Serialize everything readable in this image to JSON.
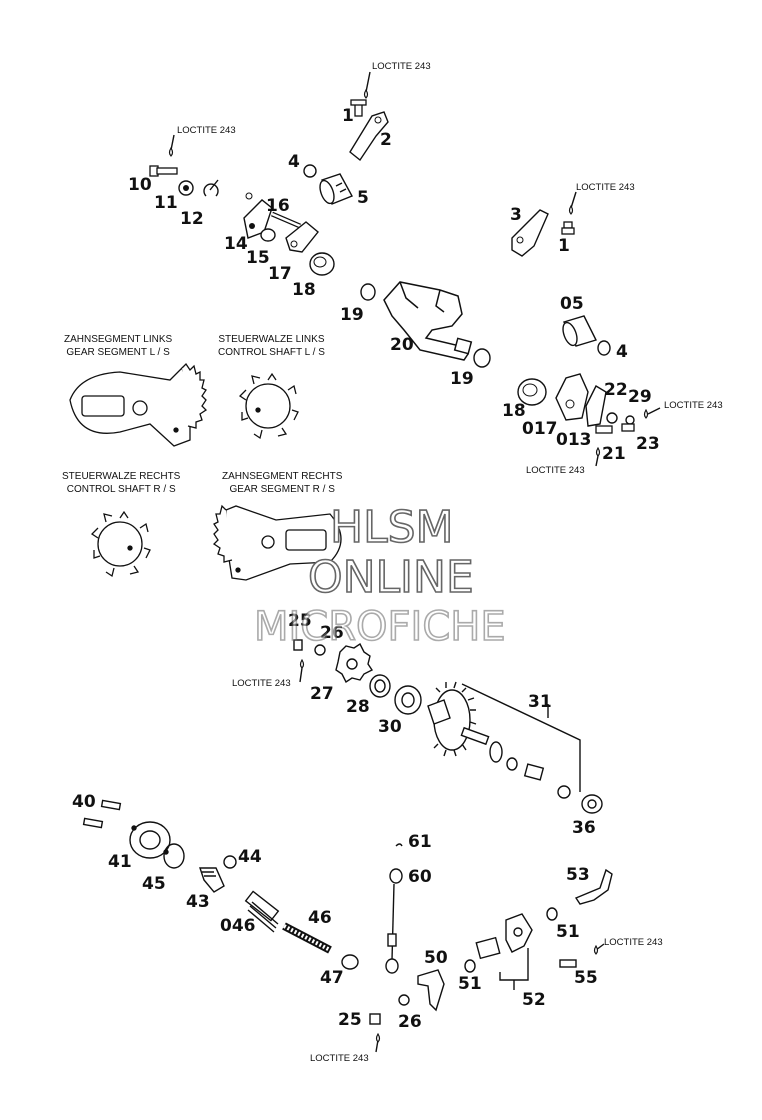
{
  "watermark": {
    "line1": "HLSM",
    "line2": "ONLINE",
    "line3": "MICROFICHE"
  },
  "annotation_text": "LOCTITE 243",
  "sections": {
    "gear_segment_left": {
      "line1": "ZAHNSEGMENT LINKS",
      "line2": "GEAR SEGMENT L / S"
    },
    "control_shaft_left": {
      "line1": "STEUERWALZE LINKS",
      "line2": "CONTROL SHAFT L / S"
    },
    "control_shaft_right": {
      "line1": "STEUERWALZE RECHTS",
      "line2": "CONTROL SHAFT R / S"
    },
    "gear_segment_right": {
      "line1": "ZAHNSEGMENT RECHTS",
      "line2": "GEAR SEGMENT R / S"
    }
  },
  "callouts": [
    "1",
    "2",
    "4",
    "5",
    "10",
    "11",
    "12",
    "16",
    "14",
    "15",
    "17",
    "18",
    "3",
    "1",
    "19",
    "20",
    "05",
    "4",
    "19",
    "18",
    "22",
    "29",
    "017",
    "013",
    "23",
    "21",
    "25",
    "26",
    "27",
    "28",
    "30",
    "31",
    "36",
    "40",
    "41",
    "45",
    "44",
    "43",
    "046",
    "46",
    "47",
    "61",
    "60",
    "53",
    "51",
    "50",
    "51",
    "55",
    "52",
    "25",
    "26"
  ],
  "colors": {
    "line": "#111111",
    "watermark_outline": "#666666",
    "background": "#ffffff"
  }
}
